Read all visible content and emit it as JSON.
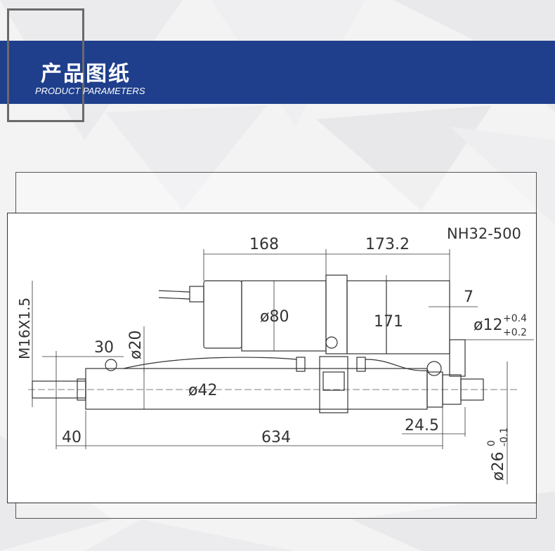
{
  "header": {
    "title": "产品图纸",
    "subtitle": "PRODUCT PARAMETERS"
  },
  "colors": {
    "header_band": "#1f3f8c",
    "frame_gray": "#6a6a6a",
    "line": "#333333"
  },
  "drawing": {
    "model": "NH32-500",
    "dims": {
      "d168": "168",
      "d173": "173.2",
      "d7": "7",
      "phi80": "ø80",
      "d171": "171",
      "phi12": "ø12",
      "phi12_tol_up": "+0.4",
      "phi12_tol_down": "+0.2",
      "m16": "M16X1.5",
      "d30": "30",
      "phi20": "ø20",
      "phi42": "ø42",
      "d40": "40",
      "d634": "634",
      "d24": "24.5",
      "phi26": "ø26",
      "phi26_tol_up": "0",
      "phi26_tol_down": "-0.1"
    }
  }
}
